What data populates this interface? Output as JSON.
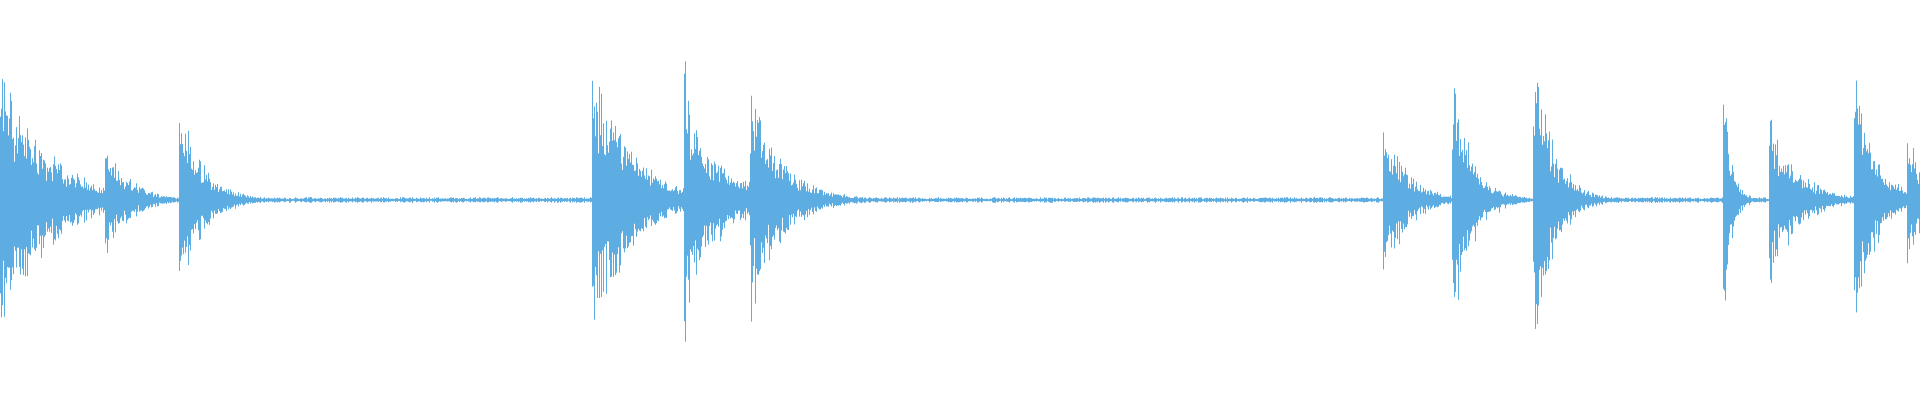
{
  "waveform": {
    "color": "#5dade2",
    "background": "#ffffff",
    "transients": [
      {
        "t": 0.0,
        "amp": 0.88,
        "decay": 0.024
      },
      {
        "t": 0.007,
        "amp": 0.52,
        "decay": 0.01
      },
      {
        "t": 0.022,
        "amp": 0.16,
        "decay": 0.006
      },
      {
        "t": 0.055,
        "amp": 0.38,
        "decay": 0.012
      },
      {
        "t": 0.094,
        "amp": 0.6,
        "decay": 0.012
      },
      {
        "t": 0.309,
        "amp": 0.82,
        "decay": 0.02
      },
      {
        "t": 0.318,
        "amp": 0.62,
        "decay": 0.014
      },
      {
        "t": 0.357,
        "amp": 0.96,
        "decay": 0.006
      },
      {
        "t": 0.362,
        "amp": 0.48,
        "decay": 0.02
      },
      {
        "t": 0.391,
        "amp": 0.74,
        "decay": 0.016
      },
      {
        "t": 0.721,
        "amp": 0.5,
        "decay": 0.012
      },
      {
        "t": 0.757,
        "amp": 0.8,
        "decay": 0.01
      },
      {
        "t": 0.799,
        "amp": 1.0,
        "decay": 0.01
      },
      {
        "t": 0.898,
        "amp": 0.76,
        "decay": 0.004
      },
      {
        "t": 0.922,
        "amp": 0.56,
        "decay": 0.014
      },
      {
        "t": 0.966,
        "amp": 0.92,
        "decay": 0.01
      },
      {
        "t": 0.994,
        "amp": 0.46,
        "decay": 0.01
      }
    ],
    "noise_floor": 0.012
  }
}
